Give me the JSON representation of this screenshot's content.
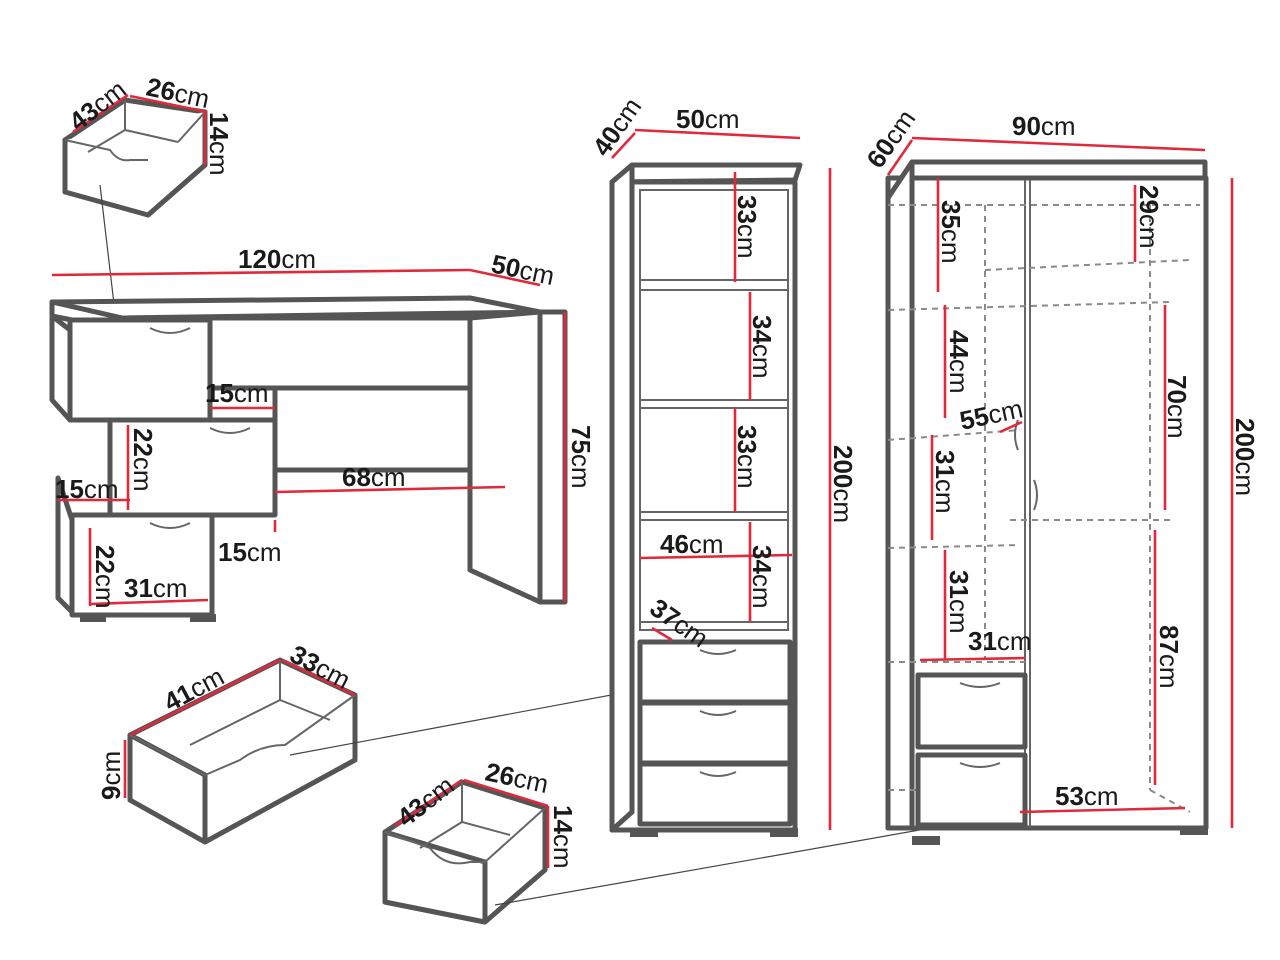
{
  "colors": {
    "outline": "#555555",
    "dimension_line": "#e0293a",
    "text": "#1a1a1a",
    "background": "#ffffff"
  },
  "unit": "cm",
  "desk": {
    "width": "120",
    "depth": "50",
    "height": "75",
    "inner_width": "68",
    "drawer_offset_top": "15",
    "drawer_height_1": "22",
    "drawer_offset_left": "15",
    "drawer_offset_right": "15",
    "drawer_height_2": "22",
    "drawer_width": "31"
  },
  "small_drawer_top": {
    "depth": "43",
    "width": "26",
    "height": "14"
  },
  "big_drawer": {
    "depth": "41",
    "width": "33",
    "height": "9"
  },
  "small_drawer_bottom": {
    "depth": "43",
    "width": "26",
    "height": "14"
  },
  "bookcase": {
    "depth": "40",
    "width": "50",
    "height": "200",
    "shelf_1": "33",
    "shelf_2": "34",
    "shelf_3": "33",
    "shelf_4": "34",
    "inner_width": "46",
    "inner_depth": "37"
  },
  "wardrobe": {
    "depth": "60",
    "width": "90",
    "height": "200",
    "left_1": "35",
    "left_2": "44",
    "left_3": "31",
    "left_4": "31",
    "left_width": "31",
    "door_width": "55",
    "right_top": "29",
    "right_mid": "70",
    "right_low": "87",
    "right_width": "53"
  }
}
